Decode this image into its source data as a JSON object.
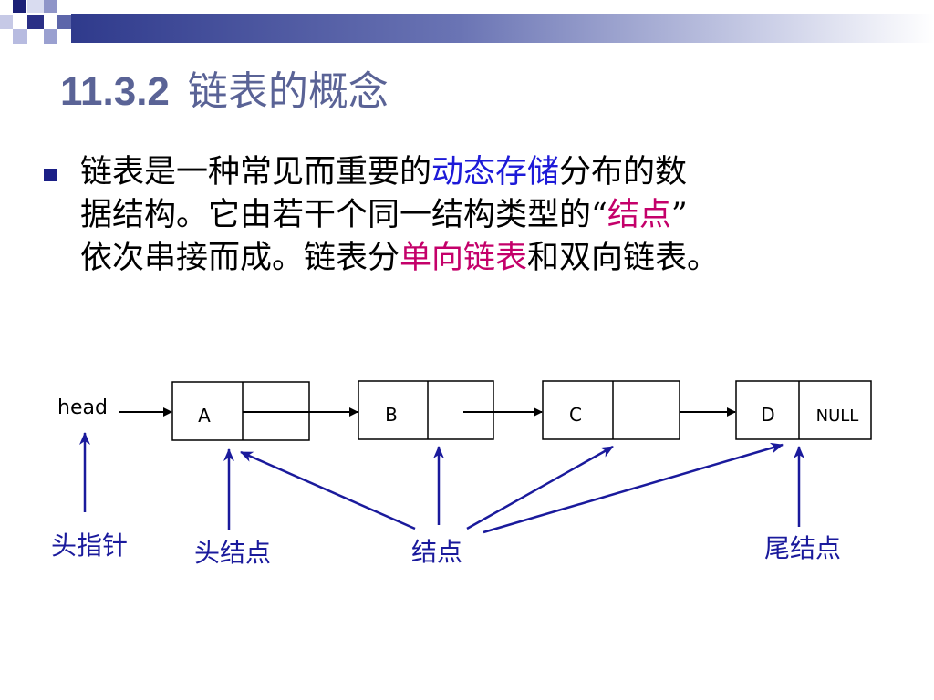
{
  "title": {
    "number": "11.3.2",
    "text": "链表的概念"
  },
  "paragraph": {
    "line1": {
      "before": "链表是一种常见而重要的",
      "highlight": "动态存储",
      "after": "分布的数"
    },
    "line2": {
      "before": "据结构。它由若干个同一结构类型的“",
      "highlight": "结点",
      "after": "”"
    },
    "line3": {
      "before": "依次串接而成。链表分",
      "highlight": "单向链表",
      "after": "和双向链表。"
    }
  },
  "diagram": {
    "head_label": "head",
    "nodes": [
      {
        "data": "A",
        "next": ""
      },
      {
        "data": "B",
        "next": ""
      },
      {
        "data": "C",
        "next": ""
      },
      {
        "data": "D",
        "next": "NULL"
      }
    ],
    "labels": {
      "head_pointer": "头指针",
      "head_node": "头结点",
      "node": "结点",
      "tail_node": "尾结点"
    }
  },
  "colors": {
    "title": "#5a6396",
    "blue": "#1d1ad8",
    "red": "#c4006a",
    "annotation": "#1a1a9c"
  }
}
